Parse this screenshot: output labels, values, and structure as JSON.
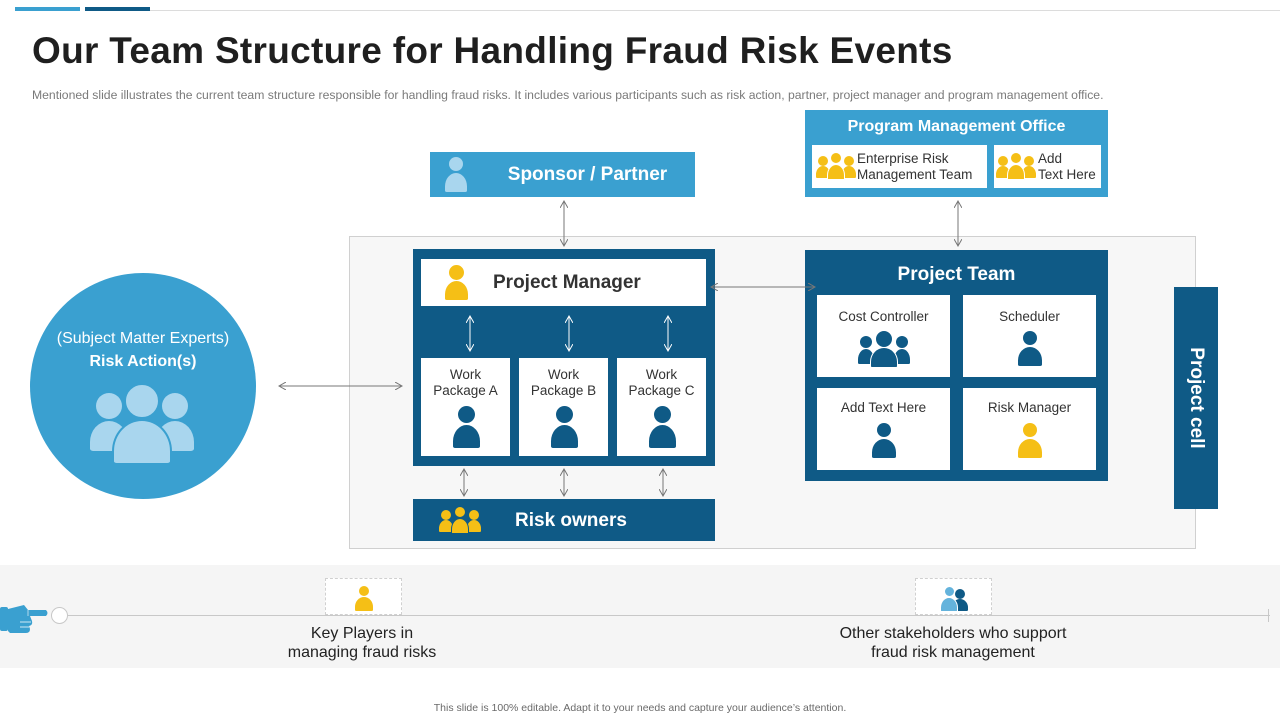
{
  "title": "Our Team Structure for Handling Fraud Risk Events",
  "subtitle": "Mentioned slide illustrates the current team structure responsible for handling fraud risks. It includes various  participants such as risk action, partner, project manager and program management office.",
  "sponsor": {
    "label": "Sponsor / Partner"
  },
  "pmo": {
    "title": "Program Management Office",
    "items": [
      {
        "label_line1": "Enterprise Risk",
        "label_line2": "Management Team"
      },
      {
        "label_line1": "Add",
        "label_line2": "Text Here"
      }
    ]
  },
  "risk_action": {
    "line1": "(Subject Matter Experts)",
    "line2": "Risk Action(s)"
  },
  "project_manager": {
    "label": "Project Manager"
  },
  "work_packages": [
    {
      "line1": "Work",
      "line2": "Package A"
    },
    {
      "line1": "Work",
      "line2": "Package B"
    },
    {
      "line1": "Work",
      "line2": "Package C"
    }
  ],
  "risk_owners": {
    "label": "Risk owners"
  },
  "project_team": {
    "title": "Project Team",
    "members": [
      "Cost Controller",
      "Scheduler",
      "Add Text Here",
      "Risk Manager"
    ]
  },
  "project_cell": {
    "label": "Project cell"
  },
  "legend": {
    "key_players": {
      "line1": "Key Players in",
      "line2": "managing fraud risks"
    },
    "other_stakeholders": {
      "line1": "Other stakeholders who support",
      "line2": "fraud risk management"
    }
  },
  "footer": "This slide is 100% editable. Adapt it to your needs and capture your audience’s attention.",
  "colors": {
    "light_blue": "#3aa0d0",
    "dark_blue": "#0f5a86",
    "yellow": "#f5bf16",
    "pale_blue": "#a9d6ee"
  },
  "icons": [
    "person-icon",
    "group-icon",
    "hand-pointer-icon",
    "double-arrow-icon"
  ]
}
